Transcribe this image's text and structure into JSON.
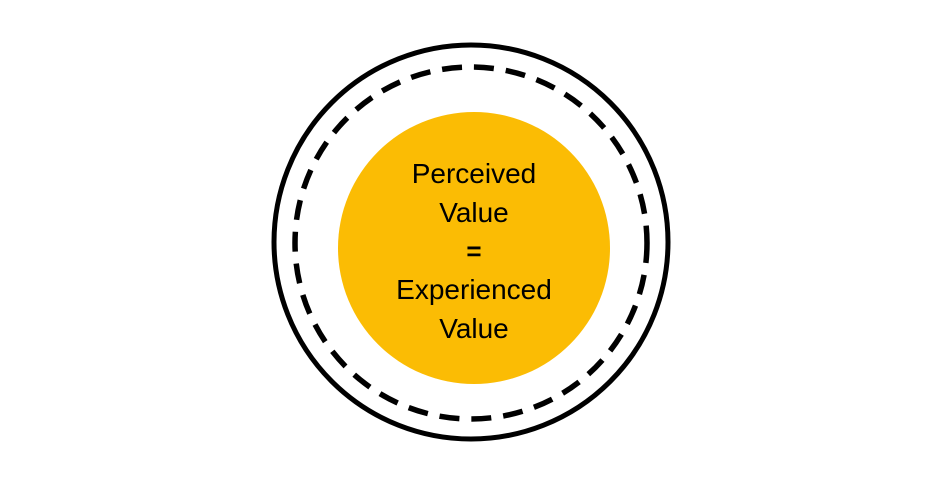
{
  "diagram": {
    "colors": {
      "background": "#ffffff",
      "circle_stroke": "#000000",
      "inner_circle_fill": "#FBBC04",
      "label_text": "#000000"
    },
    "label": {
      "text": "Perceived Value = Experienced Value",
      "lines": {
        "0": "Perceived",
        "1": "Value",
        "2": "=",
        "3": "Experienced",
        "4": "Value"
      }
    }
  }
}
